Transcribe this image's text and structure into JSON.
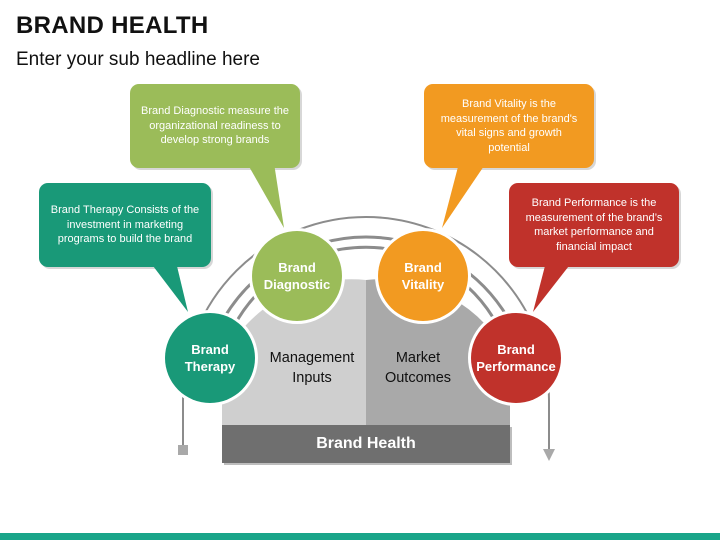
{
  "header": {
    "title": "BRAND HEALTH",
    "subtitle": "Enter your sub headline here"
  },
  "colors": {
    "therapy": "#199978",
    "diagnostic": "#9bbc59",
    "vitality": "#f29a21",
    "performance": "#c0322b",
    "half_left": "#cfcfcf",
    "half_right": "#a9a9a9",
    "base_bar": "#6f6f6f",
    "arc": "#8c8c8c",
    "footer": "#1aa589"
  },
  "nodes": {
    "therapy": {
      "label": "Brand\nTherapy",
      "description": "Brand Therapy Consists of the investment in marketing programs to build the brand"
    },
    "diagnostic": {
      "label": "Brand\nDiagnostic",
      "description": "Brand Diagnostic measure the organizational readiness to develop strong brands"
    },
    "vitality": {
      "label": "Brand\nVitality",
      "description": "Brand Vitality is the measurement of the brand's vital signs and growth potential"
    },
    "performance": {
      "label": "Brand\nPerformance",
      "description": "Brand Performance is the measurement of the brand’s market performance and financial impact"
    }
  },
  "center": {
    "left_label": "Management\nInputs",
    "right_label": "Market\nOutcomes",
    "base_label": "Brand Health"
  }
}
